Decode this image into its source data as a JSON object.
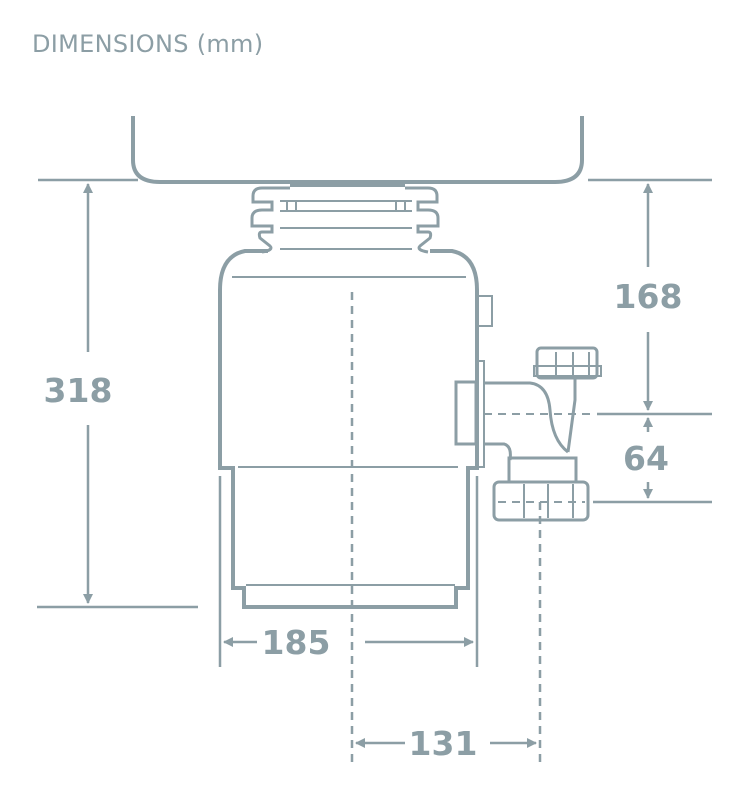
{
  "title": "DIMENSIONS (mm)",
  "colors": {
    "line": "#8c9ea5",
    "background": "#ffffff"
  },
  "dimensions": {
    "overall_height": "318",
    "sink_to_outlet": "168",
    "outlet_to_trap": "64",
    "body_width": "185",
    "center_to_trap": "131"
  }
}
